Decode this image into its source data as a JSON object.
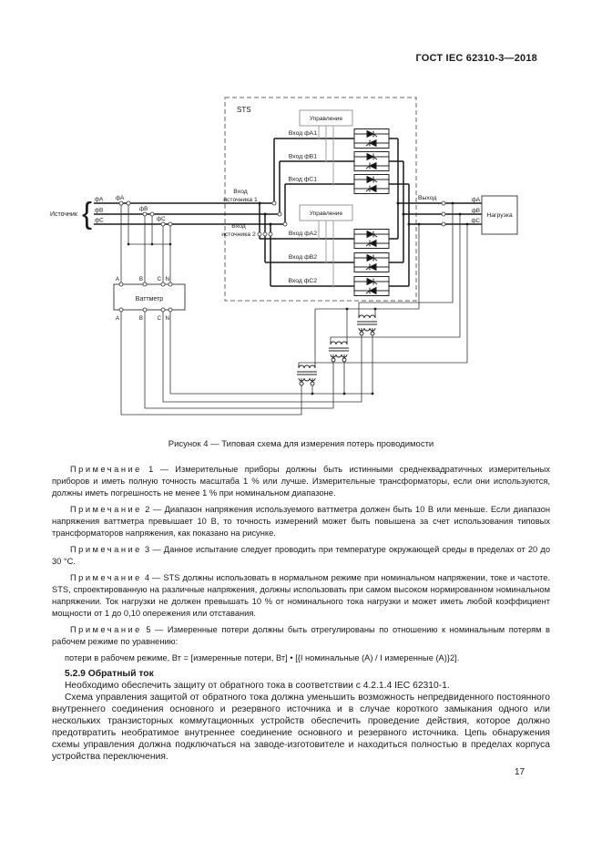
{
  "header": {
    "standard": "ГОСТ IEC 62310-3—2018"
  },
  "figure": {
    "caption": "Рисунок 4 — Типовая схема для измерения потерь проводимости",
    "sts_label": "STS",
    "control1_label": "Управление",
    "control2_label": "Управление",
    "source_label": "Источник",
    "brace": "{",
    "output_label": "Выход",
    "load_label": "Нагрузка",
    "wattmeter_label": "Ваттметр",
    "input1_line1": "Вход",
    "input1_line2": "источника 1",
    "input2_line1": "Вход",
    "input2_line2": "источника 2",
    "phase_rows": [
      "Вход фА1",
      "Вход фВ1",
      "Вход фС1",
      "Вход фА2",
      "Вход фВ2",
      "Вход фС2"
    ],
    "source_phases": [
      "фА",
      "фВ",
      "фС"
    ],
    "ct_phases": [
      "фА",
      "фВ",
      "фС"
    ],
    "load_phases": [
      "фА",
      "фВ",
      "фС"
    ],
    "wattmeter_terminals_top": [
      "A",
      "B",
      "C",
      "N"
    ],
    "wattmeter_terminals_bottom": [
      "A",
      "B",
      "C",
      "N"
    ]
  },
  "notes": [
    {
      "label": "Примечание",
      "num": "1",
      "body": "— Измерительные приборы должны быть истинными среднеквадратичных измерительных приборов и иметь полную точность масштаба 1 % или лучше. Измерительные трансформаторы, если они используются, должны иметь погрешность не менее 1 % при номинальном диапазоне."
    },
    {
      "label": "Примечание",
      "num": "2",
      "body": "— Диапазон напряжения используемого ваттметра должен быть 10 В или меньше. Если диапазон напряжения ваттметра превышает 10 В, то точность измерений может быть повышена за счет использования типовых трансформаторов напряжения, как показано на рисунке."
    },
    {
      "label": "Примечание",
      "num": "3",
      "body": "— Данное испытание следует проводить при температуре окружающей среды в пределах от 20 до 30 °С."
    },
    {
      "label": "Примечание",
      "num": "4",
      "body": "— STS должны использовать в нормальном режиме при номинальном напряжении, токе и частоте. STS, спроектированную на различные напряжения, должны использовать при самом высоком нормированном номинальном напряжении. Ток нагрузки не должен превышать 10 % от номинального тока нагрузки и может иметь любой коэффициент мощности от 1 до 0,10 опережения или отставания."
    },
    {
      "label": "Примечание",
      "num": "5",
      "body": "— Измеренные потери должны быть отрегулированы по отношению к номинальным потерям в рабочем режиме по уравнению:"
    }
  ],
  "notes_formula": "потери в рабочем режиме, Вт = [измеренные потери, Вт] • [{I номинальные (А) / I измеренные (А)}2].",
  "section": {
    "heading": "5.2.9 Обратный ток",
    "para1": "Необходимо обеспечить защиту от обратного тока в соответствии с 4.2.1.4 IEC 62310-1.",
    "para2": "Схема управления защитой от обратного тока должна уменьшить возможность непредвиденного постоянного внутреннего соединения основного и резервного источника и в случае короткого замыкания одного или нескольких транзисторных коммутационных устройств обеспечить проведение действия, которое должно предотвратить необратимое внутреннее соединение основного и резервного источника. Цепь обнаружения схемы управления должна подключаться на заводе-изготовителе и находиться полностью в пределах корпуса устройства переключения."
  },
  "footer": {
    "page_number": "17"
  }
}
